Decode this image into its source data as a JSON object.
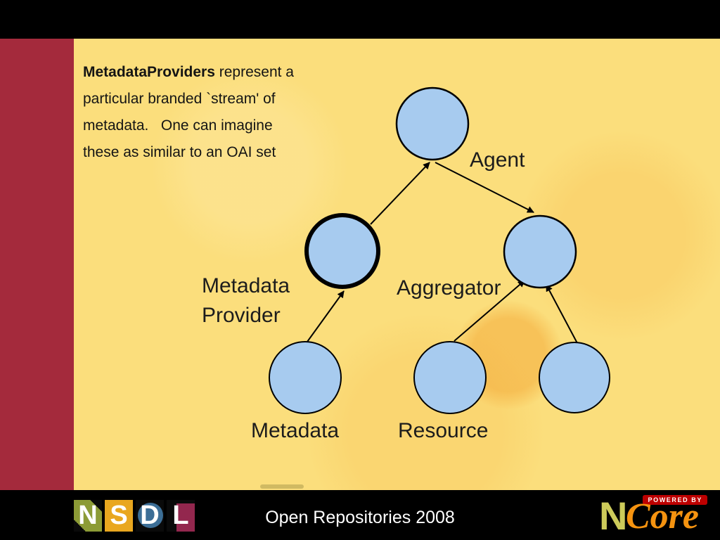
{
  "slide": {
    "intro": {
      "line1_bold": "MetadataProviders",
      "line1_rest": " represent a",
      "line2": "particular branded `stream' of",
      "line3": "metadata.   One can imagine",
      "line4": "these as similar to an OAI set"
    },
    "diagram": {
      "type": "node-link tree",
      "labels": {
        "agent": "Agent",
        "mp_line1": "Metadata",
        "mp_line2": "Provider",
        "aggregator": "Aggregator",
        "metadata": "Metadata",
        "resource": "Resource"
      },
      "nodes": [
        {
          "id": "agent",
          "label": "Agent"
        },
        {
          "id": "metadata-provider",
          "label": "Metadata Provider"
        },
        {
          "id": "aggregator",
          "label": "Aggregator"
        },
        {
          "id": "metadata",
          "label": "Metadata"
        },
        {
          "id": "resource",
          "label": "Resource"
        },
        {
          "id": "unlabeled",
          "label": ""
        }
      ],
      "edges": [
        {
          "from": "metadata-provider",
          "to": "agent"
        },
        {
          "from": "agent",
          "to": "aggregator"
        },
        {
          "from": "metadata",
          "to": "metadata-provider"
        },
        {
          "from": "resource",
          "to": "aggregator"
        },
        {
          "from": "unlabeled",
          "to": "aggregator"
        }
      ],
      "node_fill": "#A7CBEF",
      "edge_color": "#000000"
    },
    "footer": {
      "conference": "Open Repositories 2008",
      "nsdl_letters": [
        "N",
        "S",
        "D",
        "L"
      ],
      "ncore": {
        "powered_by": "POWERED BY",
        "n": "N",
        "core": "Core"
      }
    },
    "colors": {
      "background_yellow": "#FBDE7C",
      "stripe_red": "#A42A3C",
      "bar_black": "#000000",
      "node_blue": "#A7CBEF",
      "nsdl_green": "#8C9B36",
      "nsdl_gold": "#E9A71F",
      "nsdl_blue": "#3C6E96",
      "nsdl_maroon": "#93274E",
      "ncore_orange": "#F59310",
      "ncore_yellow_green": "#CDCB5A",
      "powered_by_red": "#BD0000"
    }
  }
}
